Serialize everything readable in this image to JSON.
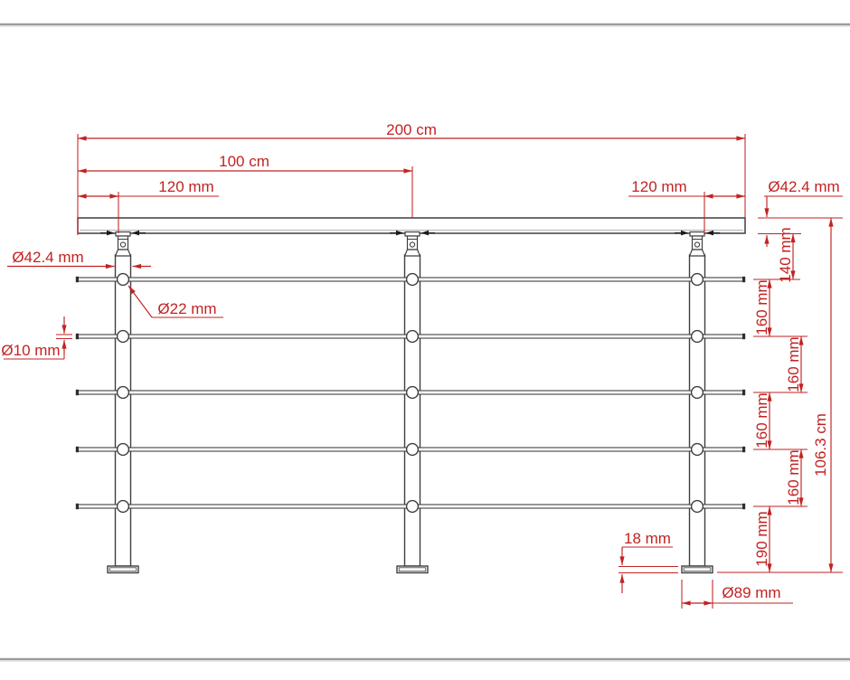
{
  "page": {
    "background": "#ffffff",
    "frame_color": "#9b9b9b"
  },
  "drawing": {
    "type": "technical_dimension_drawing",
    "subject": "crossbar balustrade railing, front elevation",
    "colors": {
      "structure": "#3f3f3f",
      "dimensions": "#c32222"
    },
    "structure": {
      "posts": 3,
      "crossbars": 5,
      "handrails": 1,
      "base_plates": 3
    },
    "dims": {
      "total_width": "200 cm",
      "half_span": "100 cm",
      "end_offset_left": "120 mm",
      "end_offset_right": "120 mm",
      "handrail_tube_dia": "Ø42.4 mm",
      "post_tube_dia": "Ø42.4 mm",
      "holder_dia": "Ø22 mm",
      "crossbar_dia": "Ø10 mm",
      "gap_handrail_to_bar1": "140 mm",
      "bar_gaps": [
        "160 mm",
        "160 mm",
        "160 mm",
        "160 mm"
      ],
      "gap_last_bar_to_floor": "190 mm",
      "total_height": "106.3 cm",
      "base_plate_thickness": "18 mm",
      "base_plate_dia": "Ø89 mm"
    }
  }
}
